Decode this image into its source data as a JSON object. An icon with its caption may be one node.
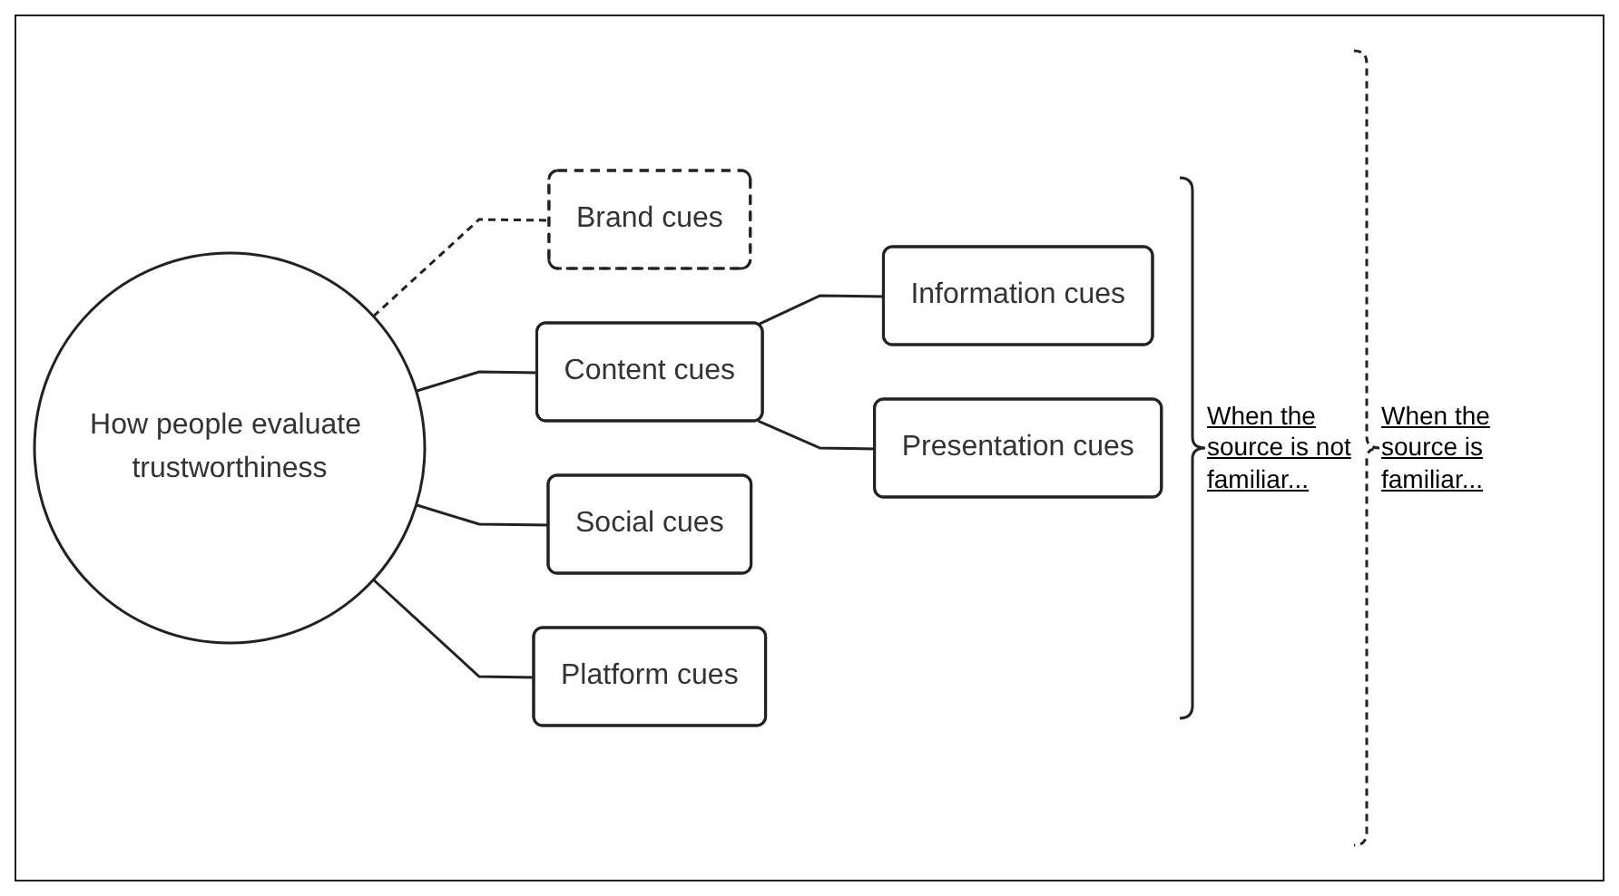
{
  "diagram": {
    "nodes": [
      {
        "text": [
          "How people evaluate trustworthiness"
        ]
      },
      {
        "text": [
          "Brand cues"
        ]
      },
      {
        "text": [
          "Content cues"
        ]
      },
      {
        "text": [
          "Information cues"
        ]
      },
      {
        "text": [
          "Presentation cues"
        ]
      },
      {
        "text": [
          "Social cues"
        ]
      },
      {
        "text": [
          "Platform cues"
        ]
      }
    ],
    "edges": [
      {
        "from": 0,
        "to": 1,
        "arrow": "none",
        "style": "dashed"
      },
      {
        "from": 0,
        "to": 2,
        "arrow": "none"
      },
      {
        "from": 2,
        "to": 3,
        "arrow": "none"
      },
      {
        "from": 2,
        "to": 4,
        "arrow": "none"
      },
      {
        "from": 0,
        "to": 5,
        "arrow": "none"
      },
      {
        "from": 0,
        "to": 6,
        "arrow": "none"
      }
    ],
    "labels": [
      "When the source is not familiar...",
      "When the source is familiar..."
    ]
  }
}
